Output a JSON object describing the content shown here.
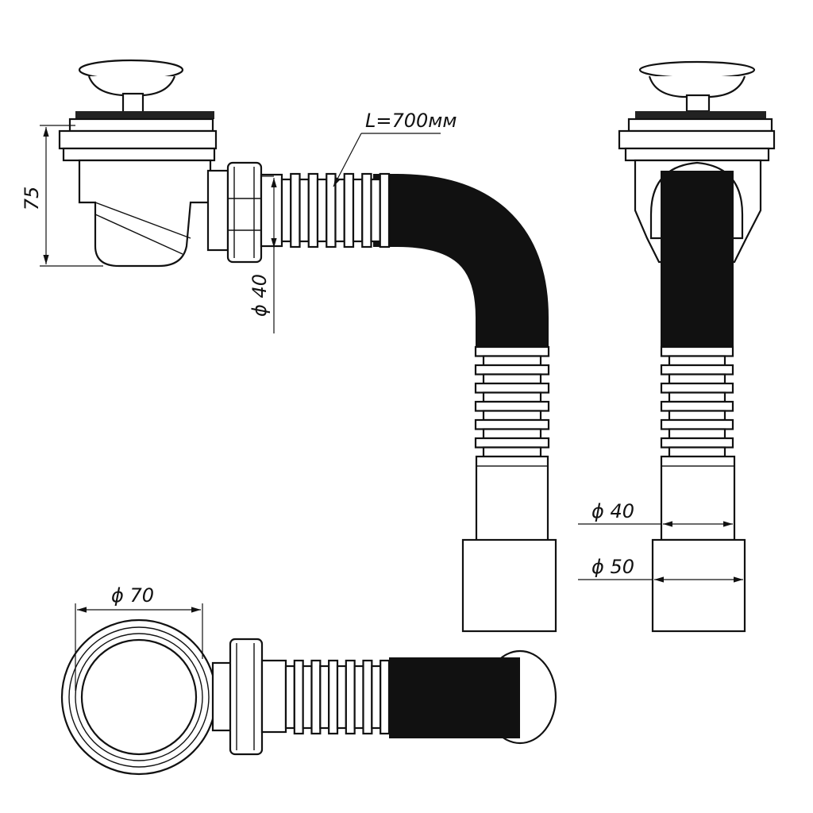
{
  "labels": {
    "height": "75",
    "length": "L=700мм",
    "inlet_diameter": "ϕ 40",
    "outlet_inner_diameter": "ϕ 40",
    "outlet_outer_diameter": "ϕ 50",
    "drain_diameter": "ϕ 70"
  },
  "colors": {
    "line": "#111111",
    "hose": "#111111",
    "background": "#ffffff"
  }
}
